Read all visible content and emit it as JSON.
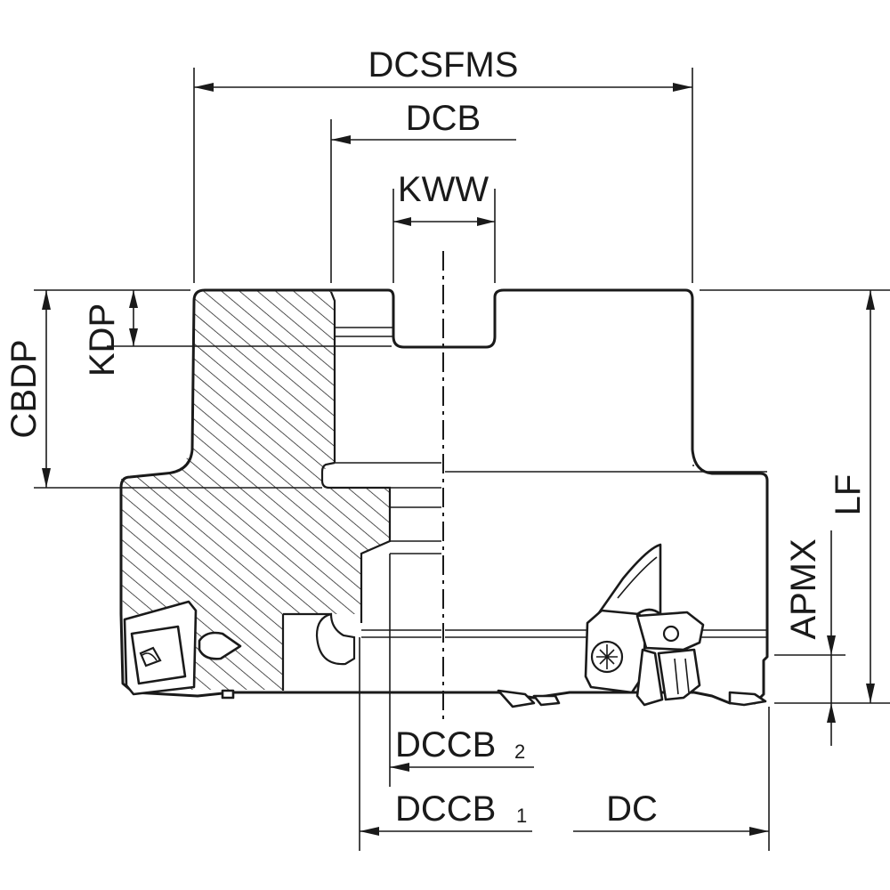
{
  "labels": {
    "dcsfms": "DCSFMS",
    "dcb": "DCB",
    "kww": "KWW",
    "kdp": "KDP",
    "cbdp": "CBDP",
    "lf": "LF",
    "apmx": "APMX",
    "dccb2_main": "DCCB",
    "dccb2_sub": "2",
    "dccb1_main": "DCCB",
    "dccb1_sub": "1",
    "dc": "DC"
  },
  "colors": {
    "line": "#1a1a1a",
    "background": "#ffffff"
  }
}
